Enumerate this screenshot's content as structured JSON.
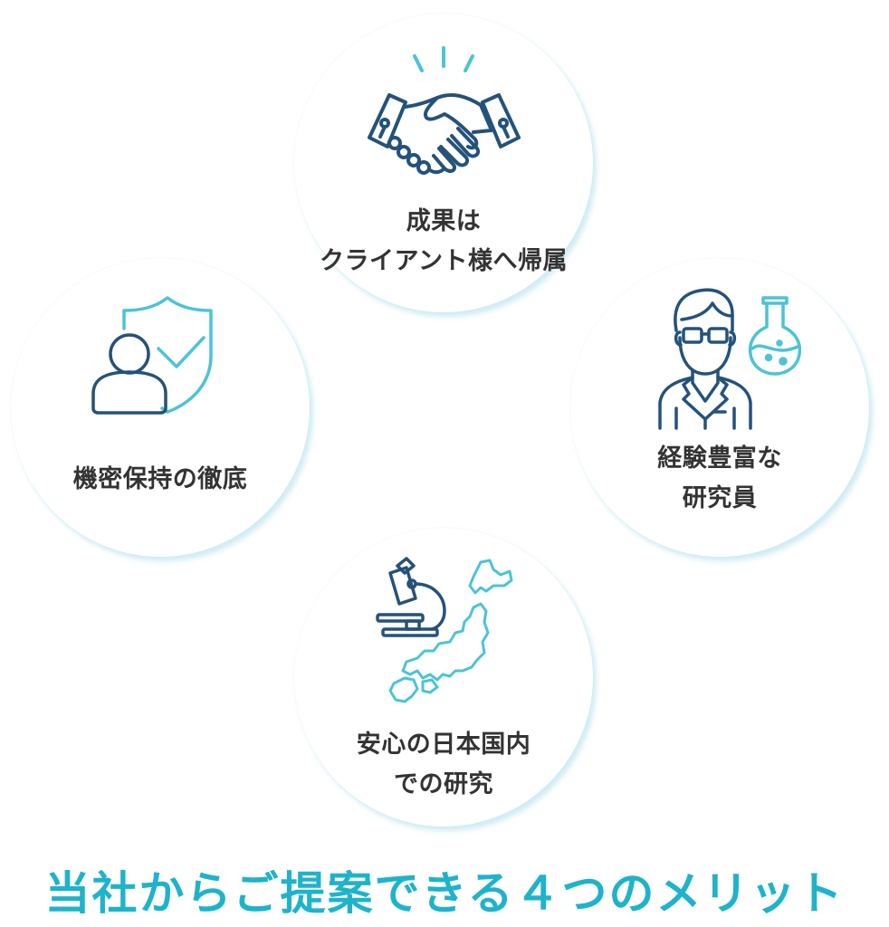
{
  "colors": {
    "background": "#ffffff",
    "circle_fill": "#ffffff",
    "icon_dark": "#24527a",
    "icon_accent": "#4cc3d6",
    "label_text": "#333333",
    "headline": "#1fb3cb"
  },
  "merits": [
    {
      "position": "top",
      "icon": "handshake-icon",
      "label_lines": [
        "成果は",
        "クライアント様へ帰属"
      ]
    },
    {
      "position": "left",
      "icon": "user-shield-check-icon",
      "label_lines": [
        "機密保持の徹底"
      ]
    },
    {
      "position": "right",
      "icon": "researcher-flask-icon",
      "label_lines": [
        "経験豊富な",
        "研究員"
      ]
    },
    {
      "position": "bottom",
      "icon": "microscope-japan-map-icon",
      "label_lines": [
        "安心の日本国内",
        "での研究"
      ]
    }
  ],
  "headline": "当社からご提案できる４つのメリット"
}
